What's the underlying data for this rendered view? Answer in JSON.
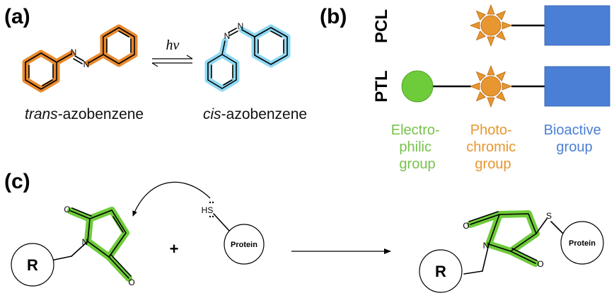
{
  "panels": {
    "a": "(a)",
    "b": "(b)",
    "c": "(c)"
  },
  "panel_a": {
    "trans_prefix": "trans",
    "cis_prefix": "cis",
    "suffix": "-azobenzene",
    "light_label": "hν",
    "n_atom": "N"
  },
  "panel_b": {
    "row1": "PCL",
    "row2": "PTL",
    "legend": {
      "electrophilic": [
        "Electro-",
        "philic",
        "group"
      ],
      "photochromic": [
        "Photo-",
        "chromic",
        "group"
      ],
      "bioactive": [
        "Bioactive",
        "group"
      ]
    },
    "colors": {
      "electrophilic": "#6ecb3a",
      "photochromic": "#e8962f",
      "bioactive": "#4b7fd6"
    }
  },
  "panel_c": {
    "r_label": "R",
    "protein_label": "Protein",
    "plus": "+",
    "thiol": "HS",
    "sulfur": "S",
    "n_atom": "N",
    "o_atom": "O"
  }
}
